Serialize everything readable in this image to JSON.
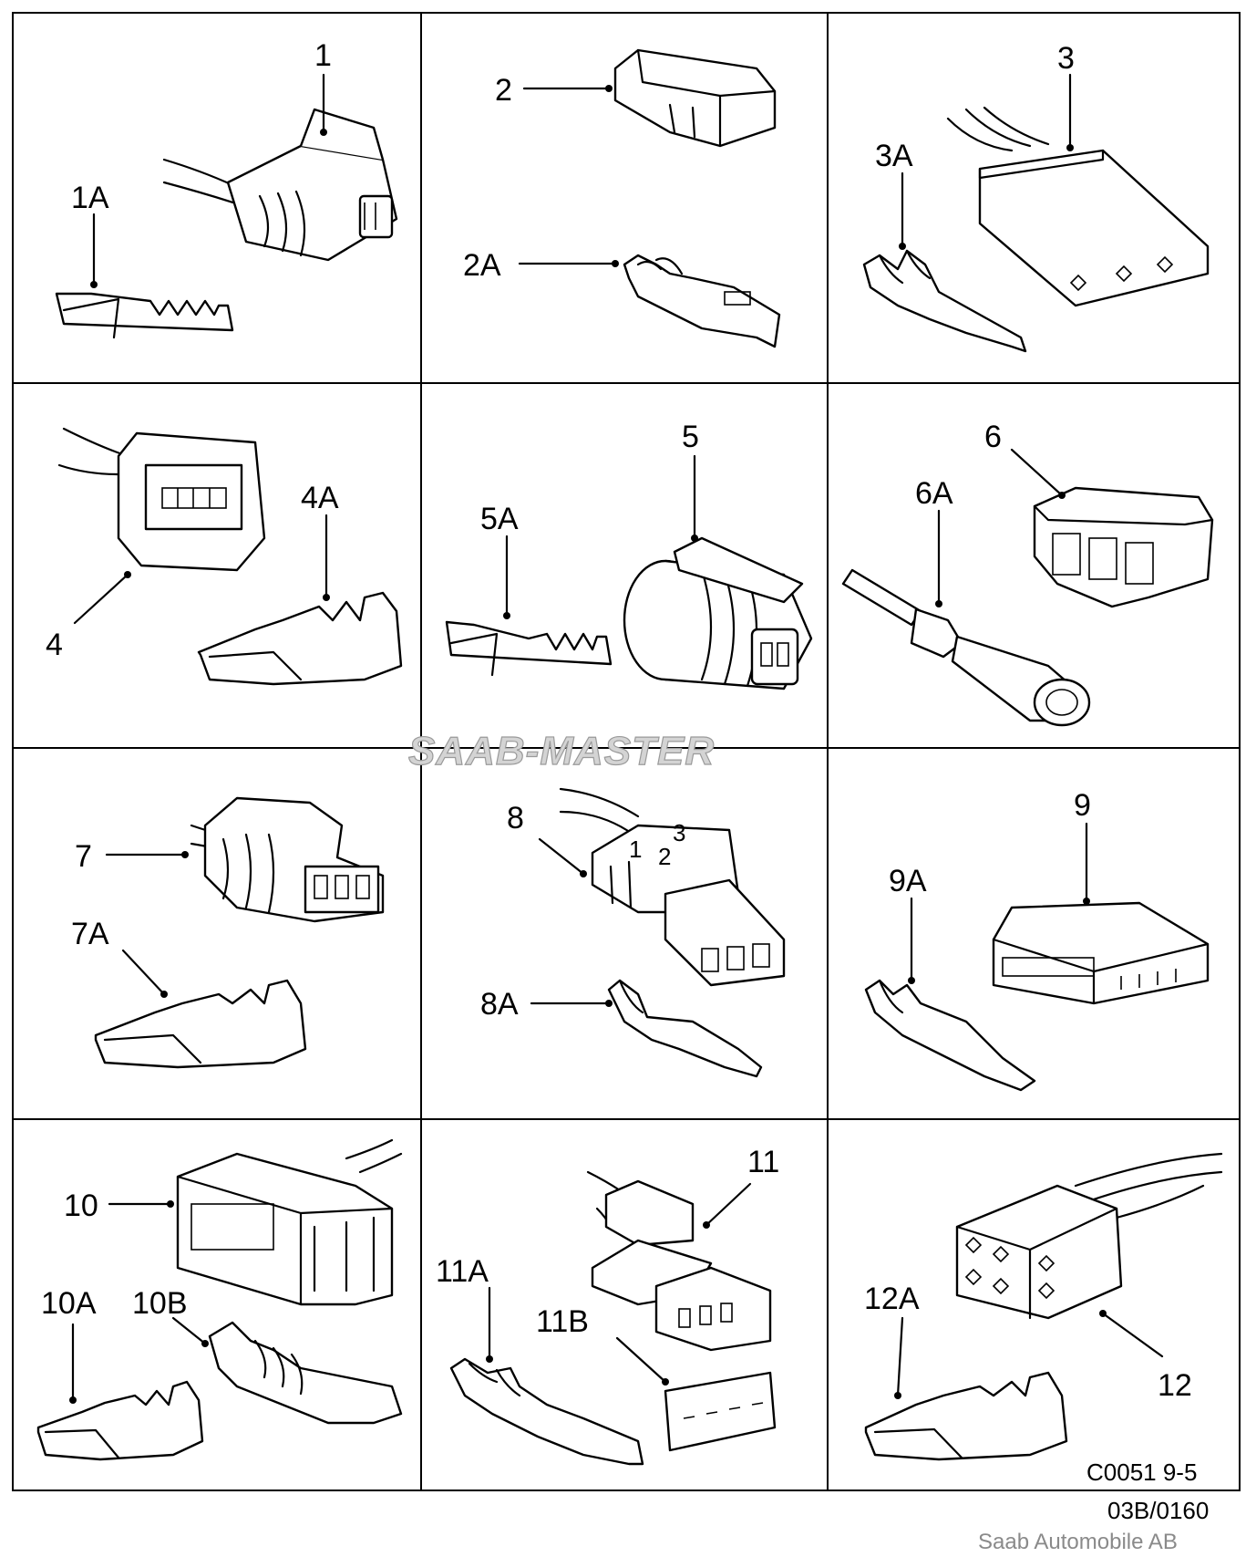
{
  "labels": {
    "p1": "1",
    "p1a": "1A",
    "p2": "2",
    "p2a": "2A",
    "p3": "3",
    "p3a": "3A",
    "p4": "4",
    "p4a": "4A",
    "p5": "5",
    "p5a": "5A",
    "p6": "6",
    "p6a": "6A",
    "p7": "7",
    "p7a": "7A",
    "p8": "8",
    "p8a": "8A",
    "p9": "9",
    "p9a": "9A",
    "p10": "10",
    "p10a": "10A",
    "p10b": "10B",
    "p11": "11",
    "p11a": "11A",
    "p11b": "11B",
    "p12": "12",
    "p12a": "12A"
  },
  "connector8_pin_numbers": [
    "1",
    "2",
    "3"
  ],
  "watermark": "SAAB-MASTER",
  "reference": {
    "code": "C0051 9-5",
    "sheet": "03B/0160"
  },
  "credit": "Saab Automobile AB"
}
